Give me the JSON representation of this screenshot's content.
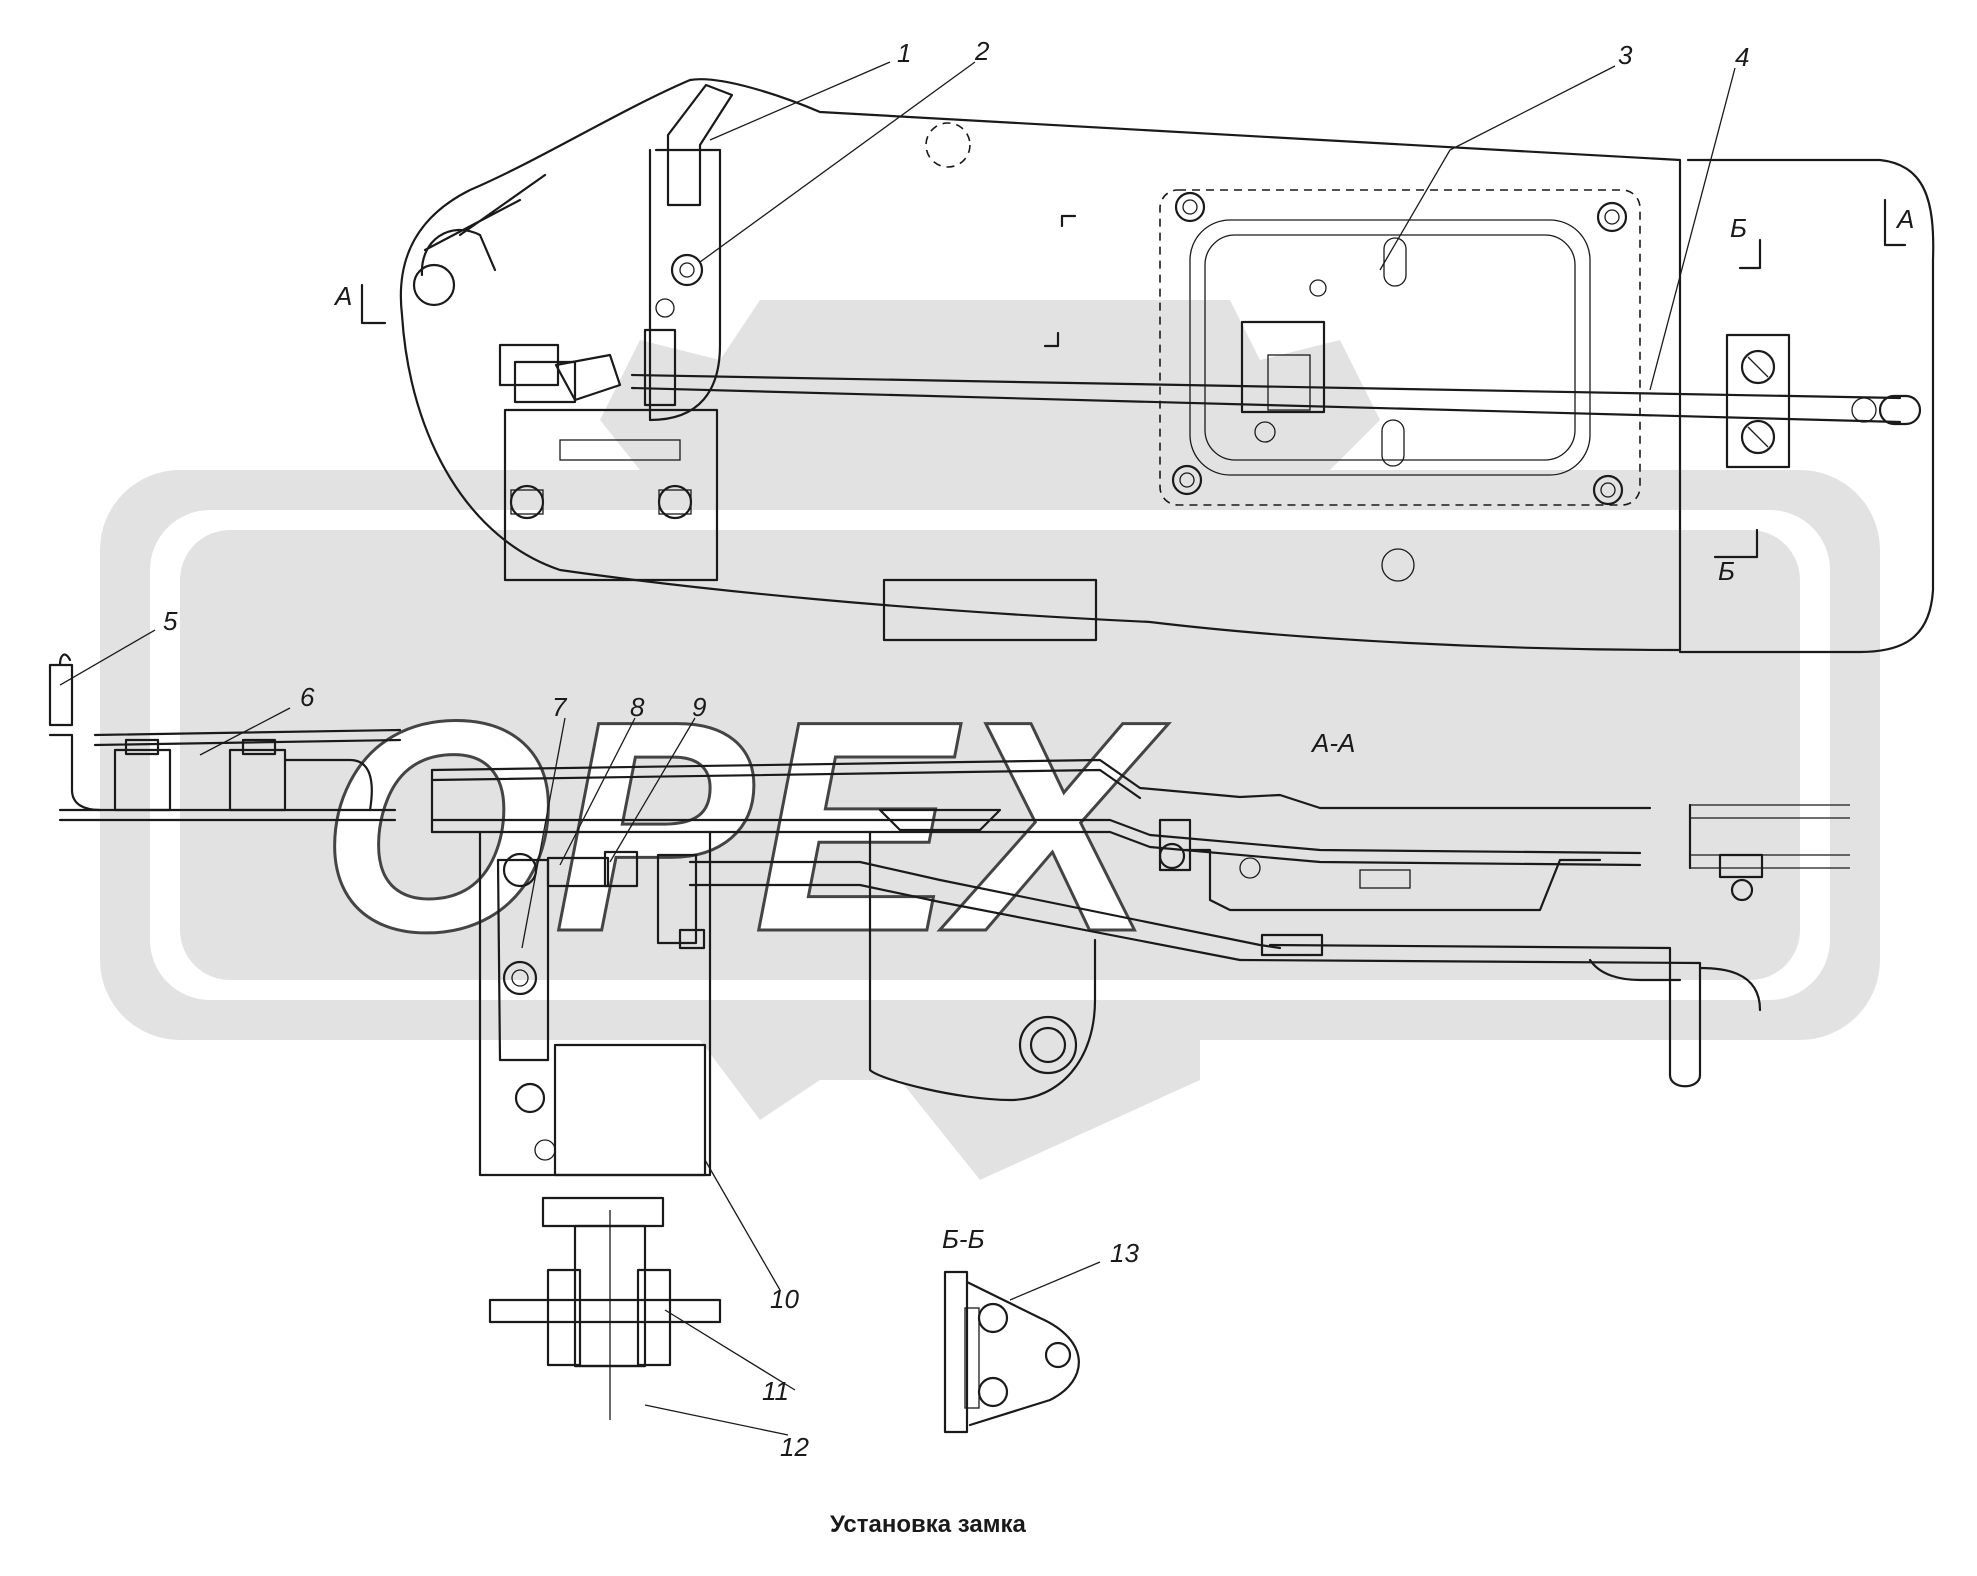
{
  "caption": "Установка замка",
  "section_labels": {
    "aa": "А-А",
    "bb": "Б-Б",
    "a_mark": "А",
    "b_mark": "Б"
  },
  "callouts": [
    "1",
    "2",
    "3",
    "4",
    "5",
    "6",
    "7",
    "8",
    "9",
    "10",
    "11",
    "12",
    "13"
  ],
  "watermark": "ОРЕХ",
  "colors": {
    "line": "#1a1a1a",
    "watermark_fill": "#e2e2e2",
    "background": "#ffffff"
  }
}
